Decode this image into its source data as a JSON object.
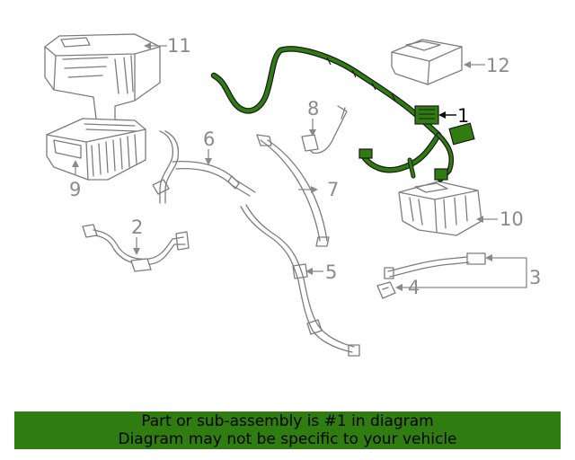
{
  "callouts": {
    "c1": "1",
    "c2": "2",
    "c3": "3",
    "c4": "4",
    "c5": "5",
    "c6": "6",
    "c7": "7",
    "c8": "8",
    "c9": "9",
    "c10": "10",
    "c11": "11",
    "c12": "12"
  },
  "highlighted_part": "1",
  "colors": {
    "highlight": "#2f7d11",
    "line_art": "#7d7d7d",
    "callout_text": "#8a8a8a"
  },
  "banner": {
    "line1": "Part or sub-assembly is #1 in diagram",
    "line2": "Diagram may not be specific to your vehicle"
  }
}
